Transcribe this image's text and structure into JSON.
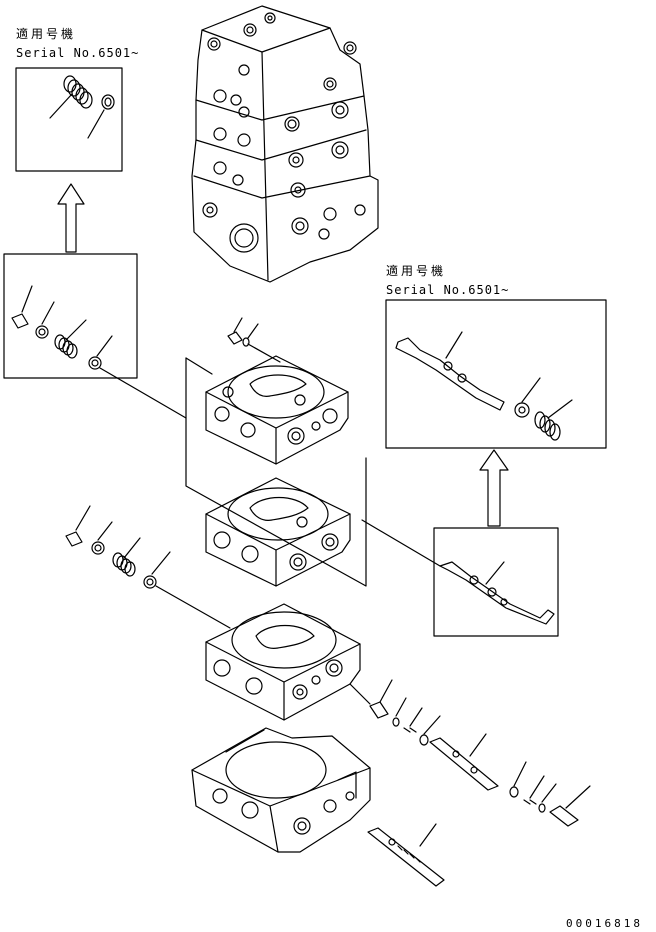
{
  "notes": {
    "top_left": {
      "heading": "適用号機",
      "serial": "Serial No.6501~"
    },
    "right": {
      "heading": "適用号機",
      "serial": "Serial No.6501~"
    }
  },
  "drawing_code": "00016818"
}
